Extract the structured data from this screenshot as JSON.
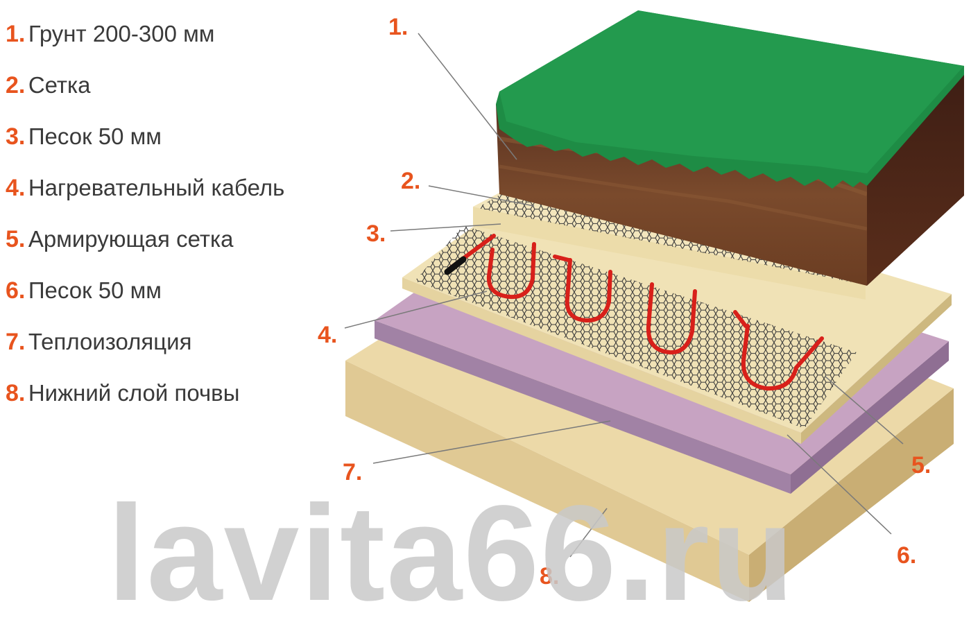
{
  "legend": [
    {
      "num": "1.",
      "label": "Грунт 200-300 мм"
    },
    {
      "num": "2.",
      "label": "Сетка"
    },
    {
      "num": "3.",
      "label": "Песок 50 мм"
    },
    {
      "num": "4.",
      "label": "Нагревательный кабель"
    },
    {
      "num": "5.",
      "label": "Армирующая сетка"
    },
    {
      "num": "6.",
      "label": "Песок 50 мм"
    },
    {
      "num": "7.",
      "label": "Теплоизоляция"
    },
    {
      "num": "8.",
      "label": "Нижний слой почвы"
    }
  ],
  "callouts": [
    "1.",
    "2.",
    "3.",
    "4.",
    "5.",
    "6.",
    "7.",
    "8."
  ],
  "watermark": "lavita66.ru",
  "colors": {
    "accent": "#e8541e",
    "grass": "#1e8c45",
    "soil": "#6b3d25",
    "sand": "#ead8a6",
    "insulation": "#b58fb2",
    "cable": "#d8201a"
  }
}
